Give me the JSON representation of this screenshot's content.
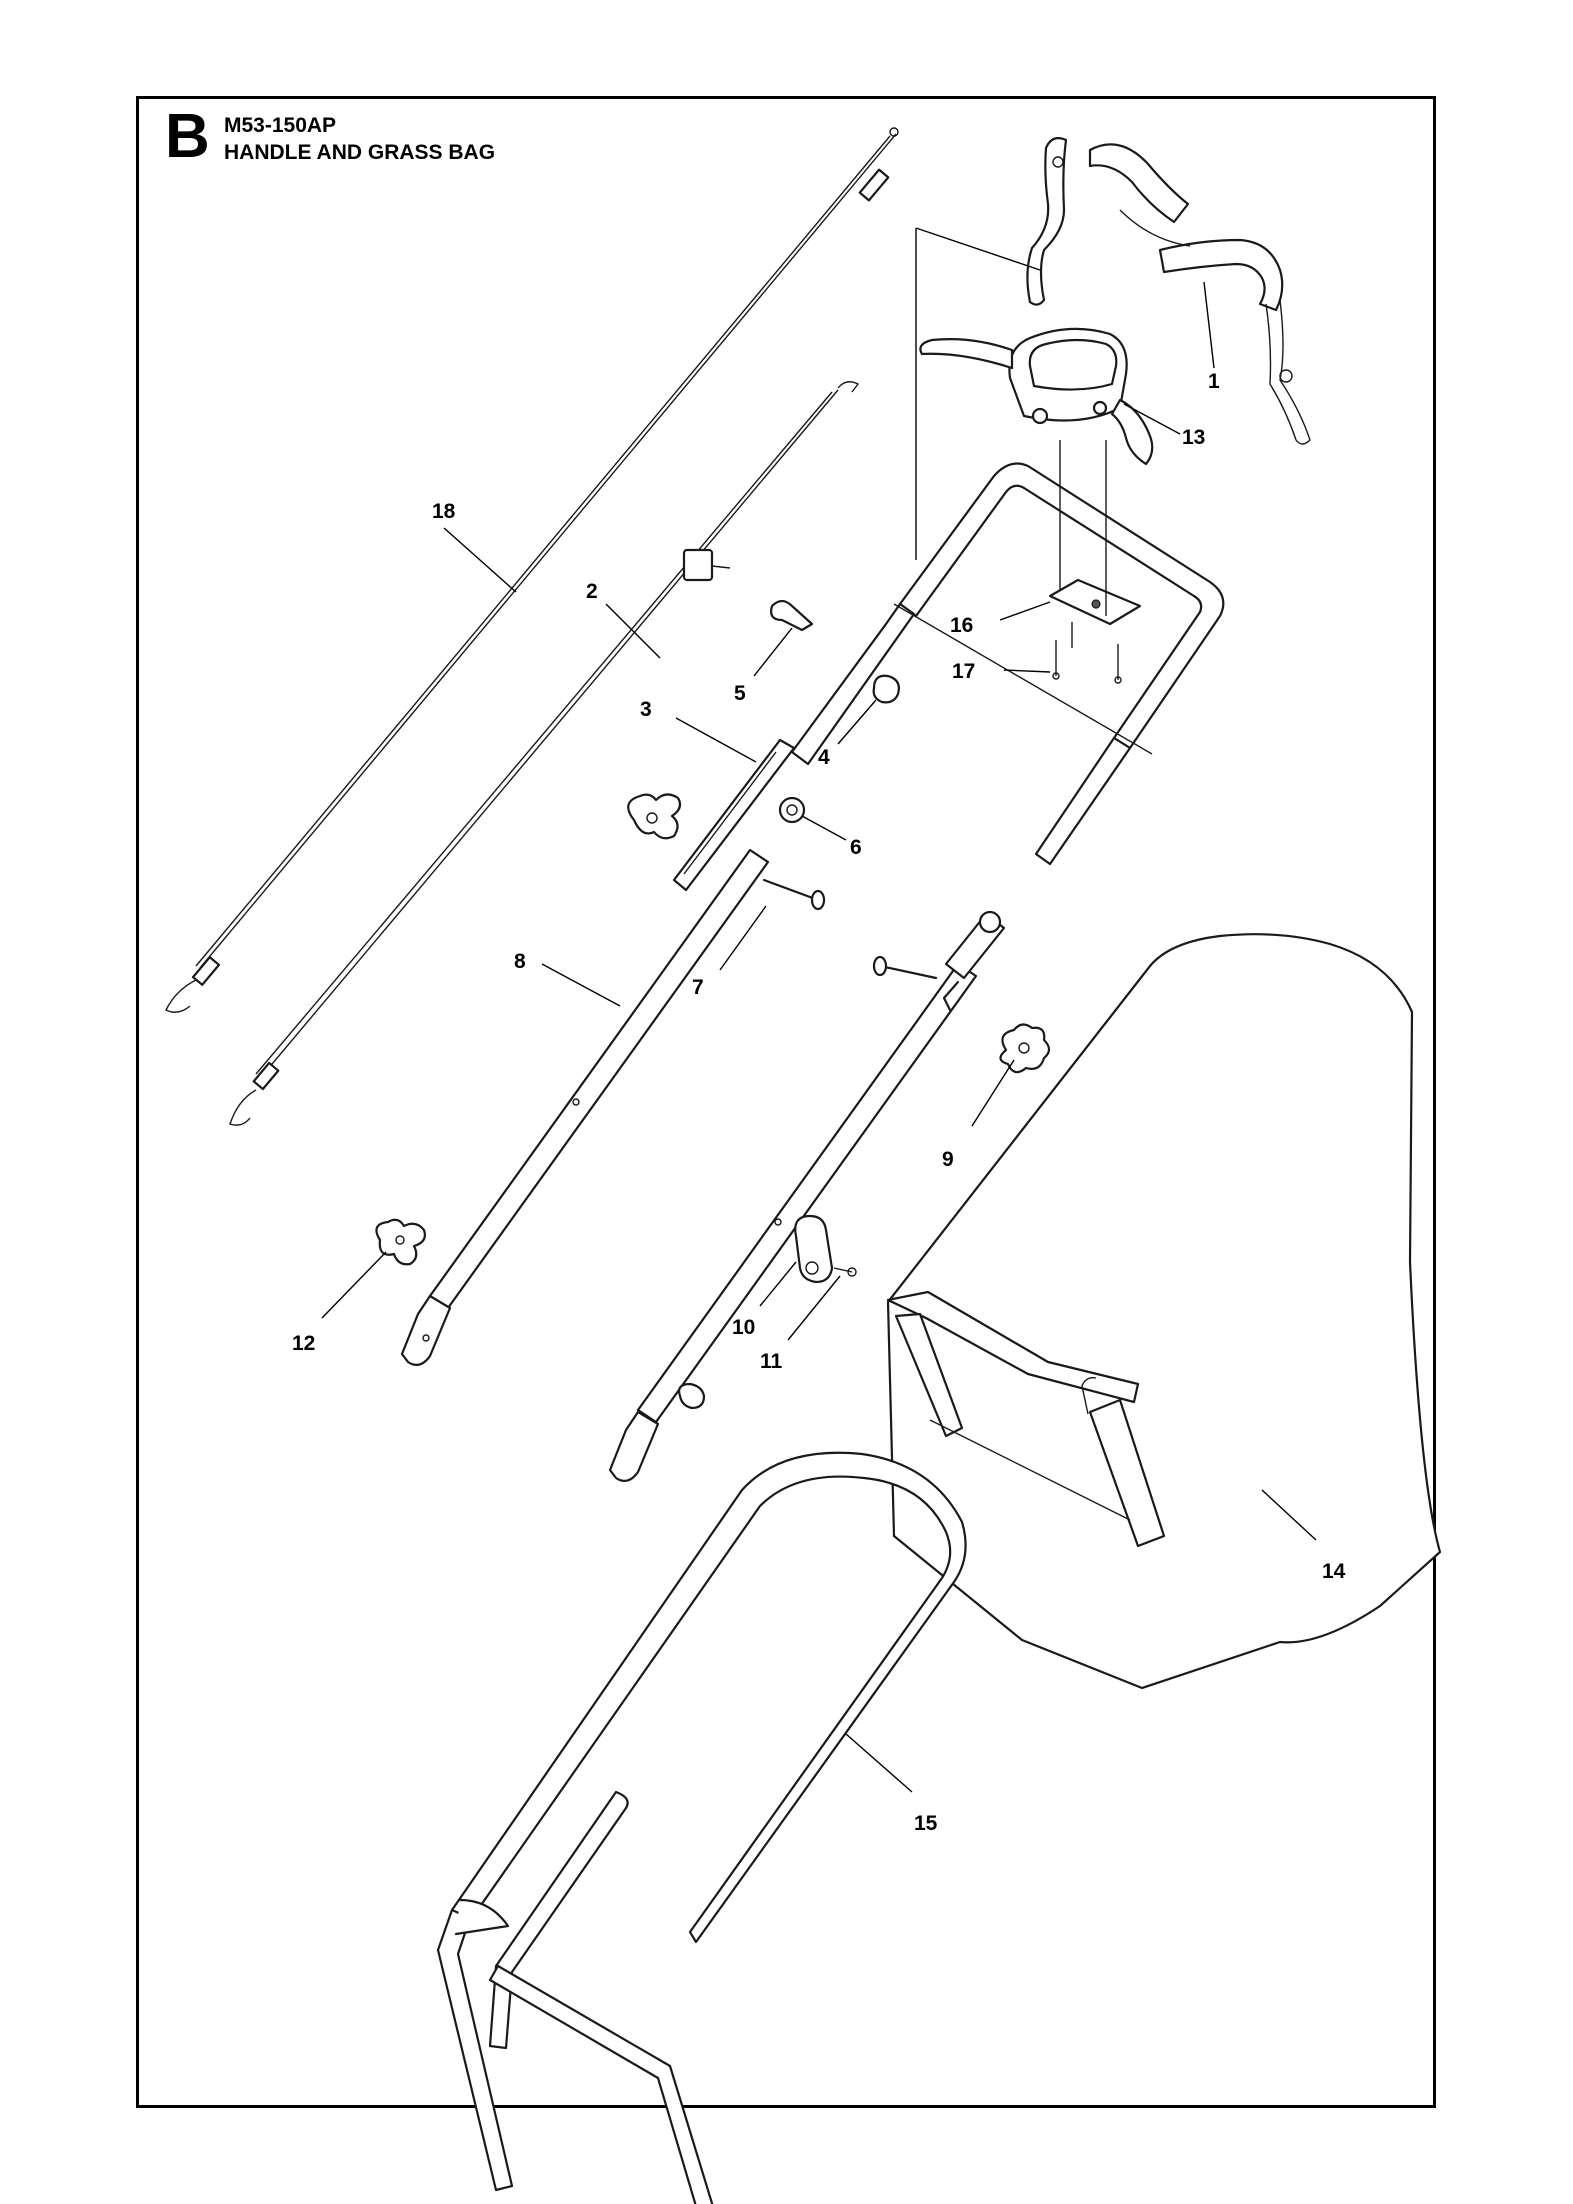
{
  "header": {
    "section_letter": "B",
    "model": "M53-150AP",
    "title": "HANDLE AND GRASS BAG"
  },
  "callouts": [
    "1",
    "2",
    "3",
    "4",
    "5",
    "6",
    "7",
    "8",
    "9",
    "10",
    "11",
    "12",
    "13",
    "14",
    "15",
    "16",
    "17",
    "18"
  ],
  "parts": [
    "upper-handle-icon",
    "drive-cable-icon",
    "cable-clip-icon",
    "cable-guide-icon",
    "hook-icon",
    "washer-icon",
    "bolt-icon",
    "lower-handle-icon",
    "knob-icon",
    "clamp-icon",
    "screw-icon",
    "wing-knob-icon",
    "control-box-icon",
    "grass-bag-icon",
    "bag-frame-icon",
    "bracket-icon",
    "screw-icon",
    "brake-cable-icon"
  ]
}
